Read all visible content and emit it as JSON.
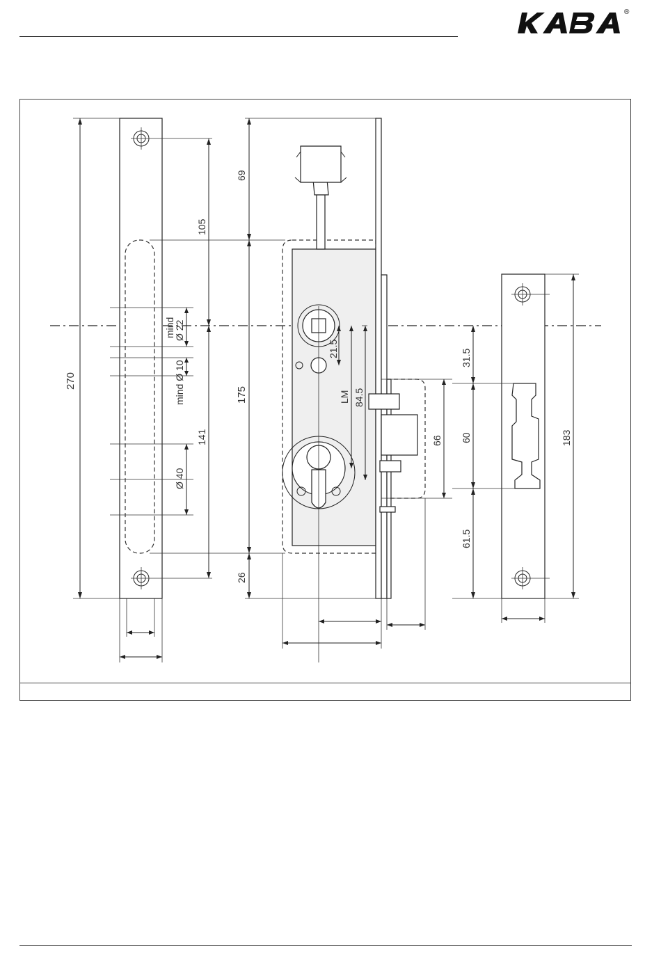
{
  "brand": {
    "logo_text": "KABA",
    "registered_mark": "®"
  },
  "drawing": {
    "dimensions": {
      "faceplate_length": "270",
      "screw_pitch": "105",
      "top_offset": "69",
      "case_height": "175",
      "bottom_offset": "26",
      "handle_bore": "mind\nØ 22",
      "small_bore": "mind Ø 10",
      "backset_handle": "21.5",
      "lm_label": "LM",
      "lm_value": "84.5",
      "cylinder_bore": "Ø 40",
      "lower_span": "141",
      "strike_opening": "66",
      "strike_top": "31.5",
      "strike_latch": "60",
      "strike_bottom": "61.5",
      "strike_length": "183"
    }
  }
}
